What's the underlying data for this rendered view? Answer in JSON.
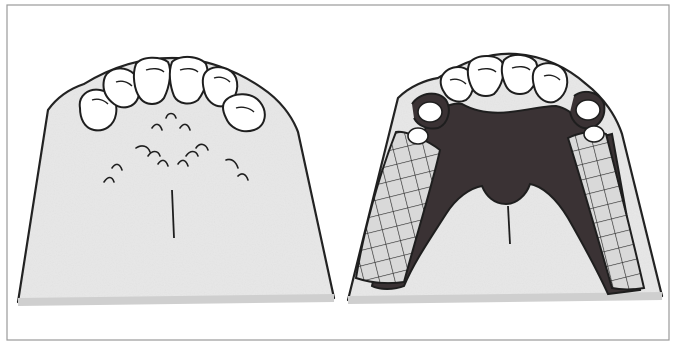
{
  "figure": {
    "panels": [
      {
        "id": "left",
        "depicts": "maxillary-arch-anterior-teeth",
        "anterior_teeth_count": 6
      },
      {
        "id": "right",
        "depicts": "maxillary-arch-partial-denture-framework",
        "anterior_teeth_count": 4,
        "saddle_pattern": "crosshatch",
        "framework_shade": "dark"
      }
    ],
    "colors": {
      "background": "#ffffff",
      "palate_fill": "#e9e9e9",
      "outline": "#222222",
      "framework": "#3a3234",
      "saddle_fill": "#d8d8d8"
    }
  }
}
